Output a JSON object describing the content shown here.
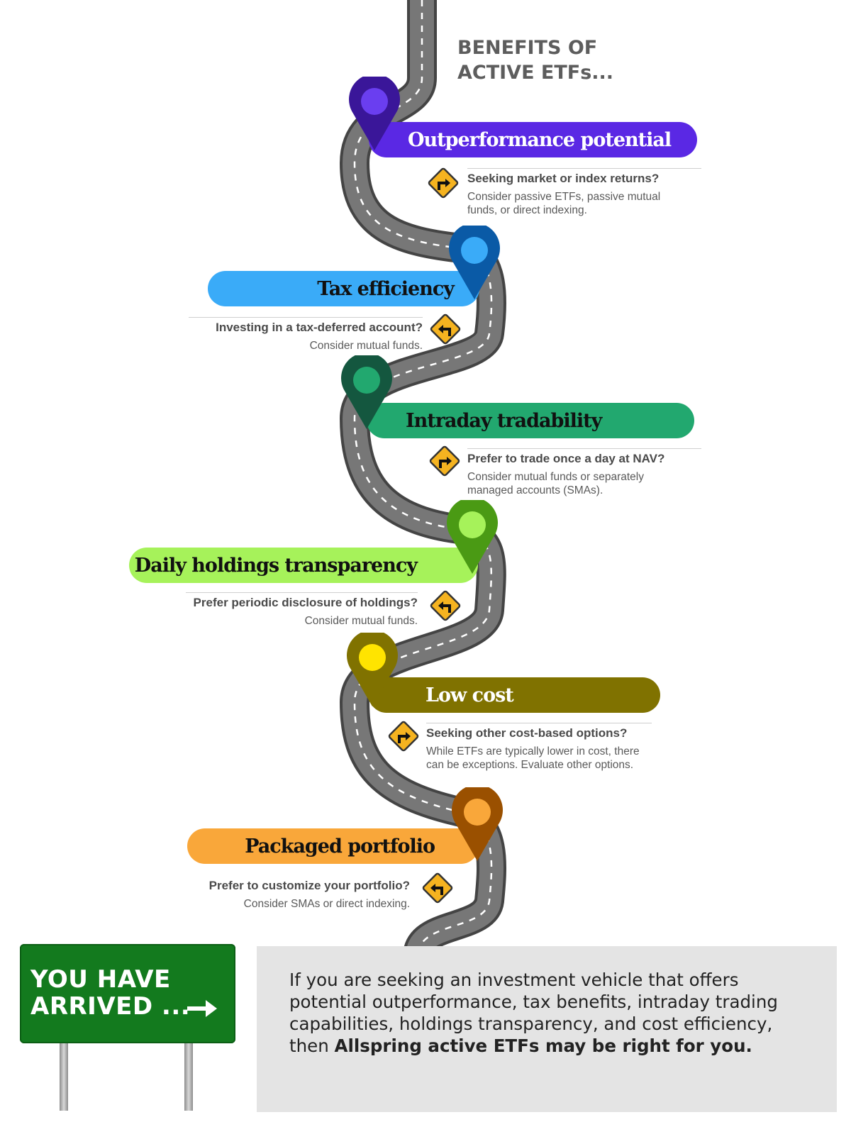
{
  "heading": {
    "line1": "BENEFITS OF",
    "line2": "ACTIVE ETFs..."
  },
  "colors": {
    "road": "#777777",
    "road_edge": "#444444",
    "lane": "#ffffff",
    "sign": "#f5b320",
    "sign_border": "#333333"
  },
  "benefits": [
    {
      "title": "Outperformance potential",
      "banner_color": "#5a28e4",
      "text_color": "#ffffff",
      "pin_color": "#3a1699",
      "pin_dot": "#6a3ef0",
      "question": "Seeking market or index returns?",
      "answer": "Consider passive ETFs, passive mutual funds, or direct indexing.",
      "sign_icon": "turn-right-sign-icon"
    },
    {
      "title": "Tax efficiency",
      "banner_color": "#3aabf8",
      "text_color": "#111111",
      "pin_color": "#0a5aa6",
      "pin_dot": "#3aabf8",
      "question": "Investing in a tax-deferred account?",
      "answer": "Consider mutual funds.",
      "sign_icon": "turn-left-sign-icon"
    },
    {
      "title": "Intraday tradability",
      "banner_color": "#22a86f",
      "text_color": "#111111",
      "pin_color": "#14573f",
      "pin_dot": "#22a86f",
      "question": "Prefer to trade once a day at NAV?",
      "answer": "Consider mutual funds or separately managed accounts (SMAs).",
      "sign_icon": "turn-right-sign-icon"
    },
    {
      "title": "Daily holdings transparency",
      "banner_color": "#a6f25a",
      "text_color": "#111111",
      "pin_color": "#4a9a14",
      "pin_dot": "#a6f25a",
      "question": "Prefer periodic disclosure of holdings?",
      "answer": "Consider mutual funds.",
      "sign_icon": "turn-left-sign-icon"
    },
    {
      "title": "Low cost",
      "banner_color": "#807200",
      "text_color": "#ffffff",
      "pin_color": "#807200",
      "pin_dot": "#ffe400",
      "question": "Seeking other cost-based options?",
      "answer": "While ETFs are typically lower in cost, there can be exceptions. Evaluate other options.",
      "sign_icon": "turn-right-sign-icon"
    },
    {
      "title": "Packaged portfolio",
      "banner_color": "#f9a73a",
      "text_color": "#111111",
      "pin_color": "#9a5000",
      "pin_dot": "#f9a73a",
      "question": "Prefer to customize your portfolio?",
      "answer": "Consider SMAs or direct indexing.",
      "sign_icon": "turn-left-sign-icon"
    }
  ],
  "arrival_sign": {
    "line1": "YOU HAVE",
    "line2": "ARRIVED ...",
    "color": "#137a1e"
  },
  "summary": {
    "text": "If you are seeking an investment vehicle that offers potential outperformance, tax benefits, intraday trading capabilities, holdings transparency, and cost efficiency, then",
    "emphasis": "Allspring active ETFs may be right for you."
  }
}
